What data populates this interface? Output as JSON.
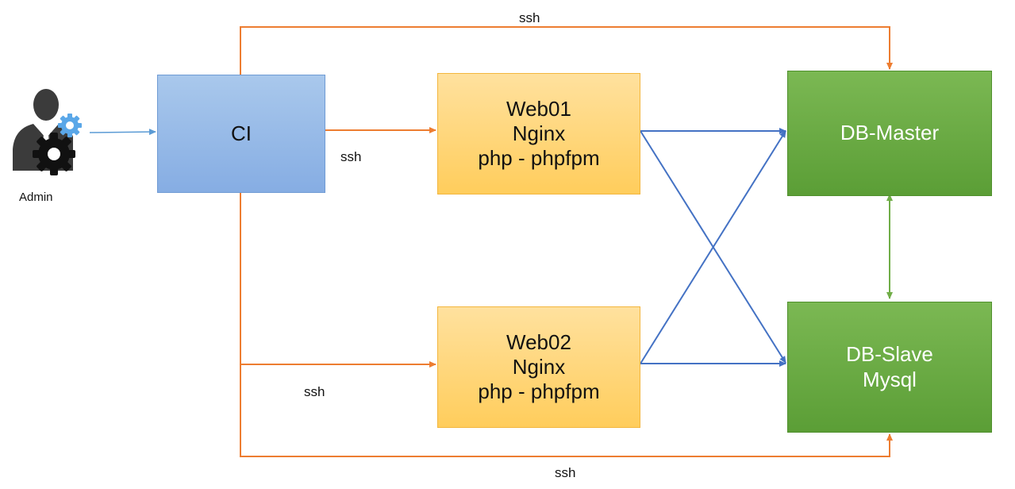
{
  "admin": {
    "label": "Admin",
    "icon": "admin-user-gear-icon"
  },
  "nodes": {
    "ci": {
      "lines": [
        "CI"
      ]
    },
    "web01": {
      "lines": [
        "Web01",
        "Nginx",
        "php - phpfpm"
      ]
    },
    "web02": {
      "lines": [
        "Web02",
        "Nginx",
        "php - phpfpm"
      ]
    },
    "db_master": {
      "lines": [
        "DB-Master"
      ]
    },
    "db_slave": {
      "lines": [
        "DB-Slave",
        "Mysql"
      ]
    }
  },
  "edge_labels": {
    "ci_to_db_master": "ssh",
    "ci_to_web01": "ssh",
    "ci_to_web02": "ssh",
    "ci_to_db_slave": "ssh"
  },
  "colors": {
    "ssh_edge": "#ed7d31",
    "web_db_edge": "#4472c4",
    "replication_edge": "#70ad47",
    "admin_edge": "#5b9bd5"
  }
}
